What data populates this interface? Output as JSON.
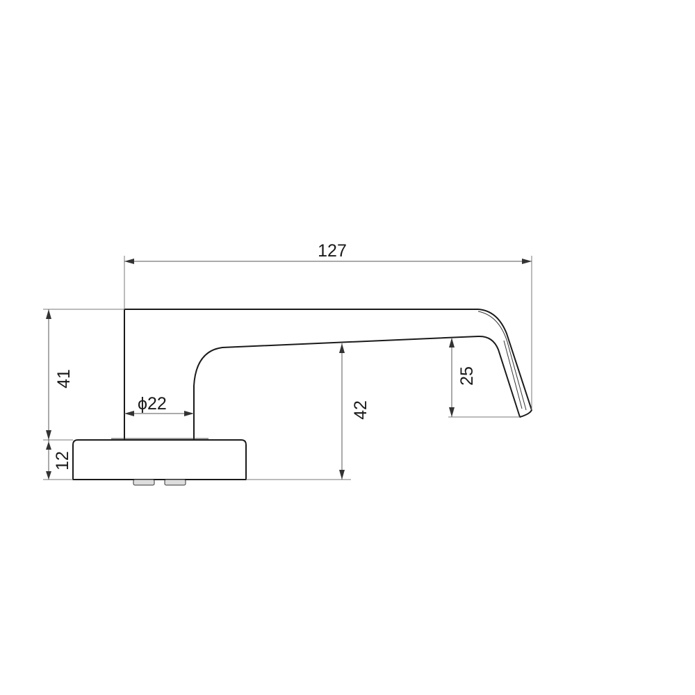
{
  "dimensions": {
    "overall_length": "127",
    "total_height": "41",
    "rose_height": "12",
    "shank_diameter_symbol": "ϕ",
    "shank_diameter": "22",
    "lever_height": "42",
    "tip_drop": "25"
  }
}
